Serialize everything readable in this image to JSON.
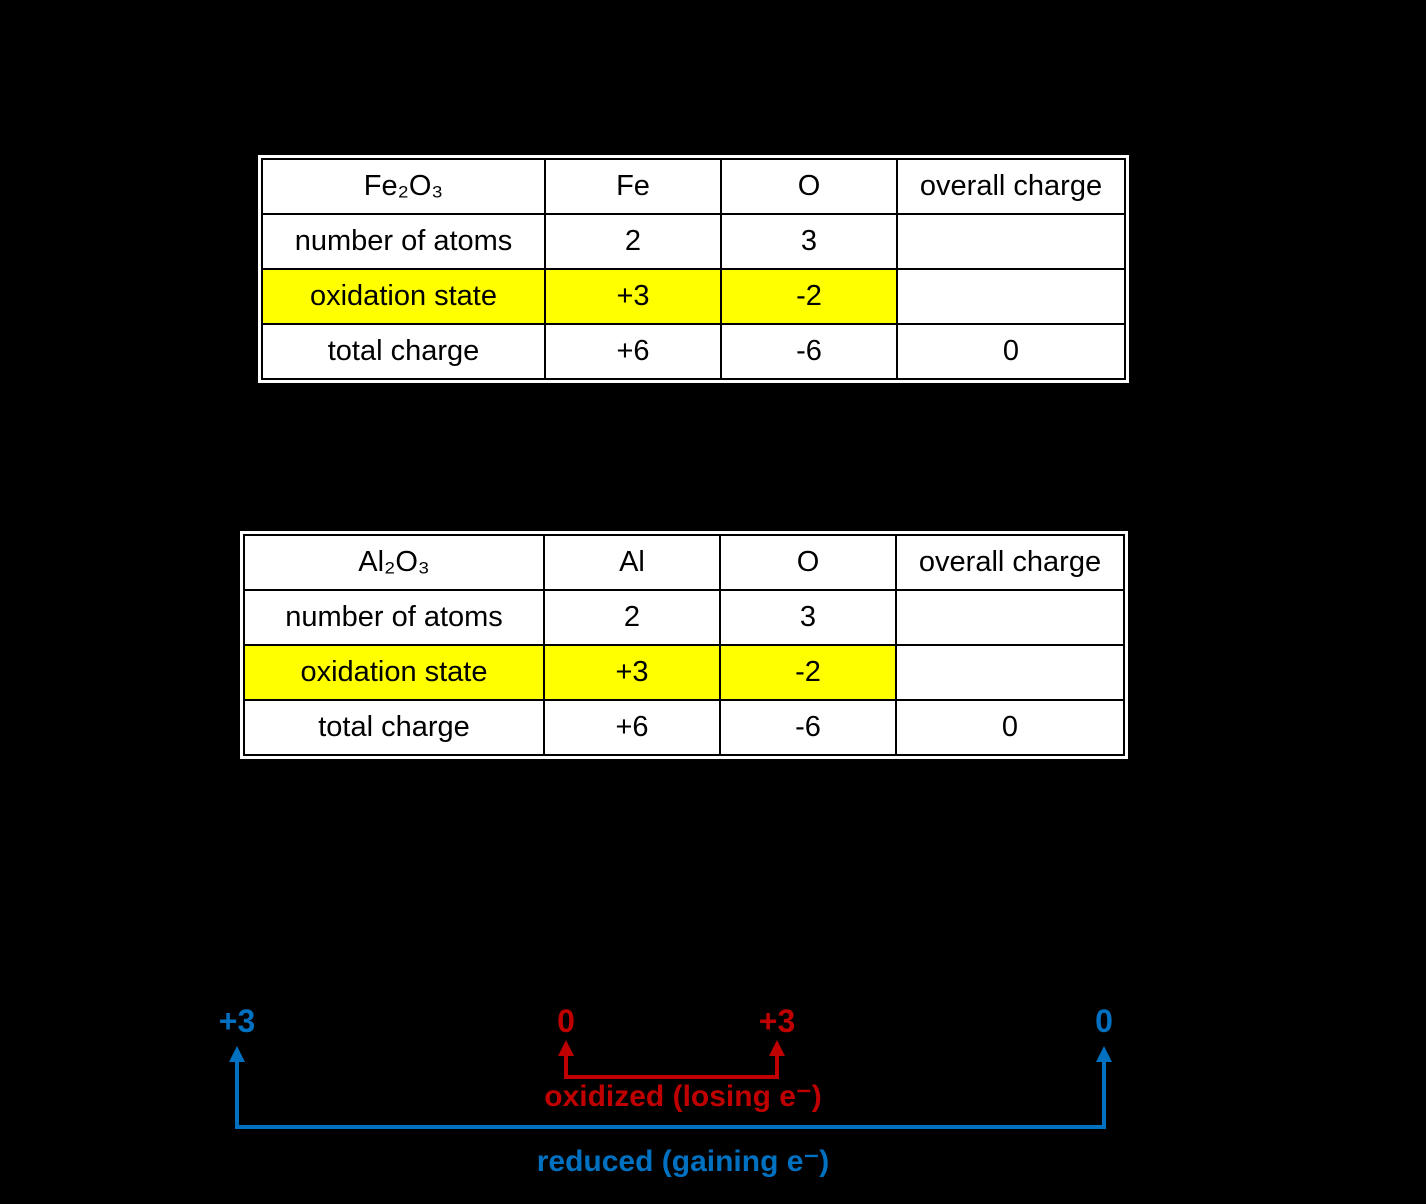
{
  "colors": {
    "bg": "#000000",
    "white": "#ffffff",
    "black": "#000000",
    "highlight": "#ffff00",
    "red": "#c00000",
    "blue": "#0070c0"
  },
  "table_fe2o3": {
    "formula": "Fe₂O₃",
    "element1": "Fe",
    "element2": "O",
    "overall_header": "overall charge",
    "atoms_label": "number of atoms",
    "atoms_1": "2",
    "atoms_2": "3",
    "atoms_overall": "",
    "oxidation_label": "oxidation state",
    "oxidation_1": "+3",
    "oxidation_2": "-2",
    "oxidation_overall": "",
    "total_label": "total charge",
    "total_1": "+6",
    "total_2": "-6",
    "total_overall": "0"
  },
  "table_al2o3": {
    "formula": "Al₂O₃",
    "element1": "Al",
    "element2": "O",
    "overall_header": "overall charge",
    "atoms_label": "number of atoms",
    "atoms_1": "2",
    "atoms_2": "3",
    "atoms_overall": "",
    "oxidation_label": "oxidation state",
    "oxidation_1": "+3",
    "oxidation_2": "-2",
    "oxidation_overall": "",
    "total_label": "total charge",
    "total_1": "+6",
    "total_2": "-6",
    "total_overall": "0"
  },
  "diagram": {
    "fe_reactant_state": "+3",
    "al_reactant_state": "0",
    "al_product_state": "+3",
    "fe_product_state": "0",
    "oxidized_label": "oxidized (losing e⁻)",
    "reduced_label": "reduced (gaining e⁻)"
  }
}
